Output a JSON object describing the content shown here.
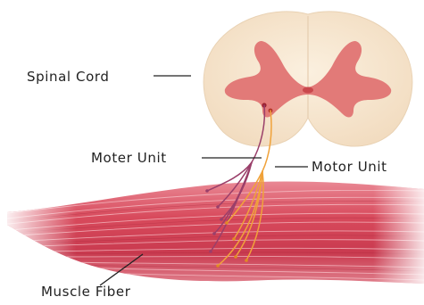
{
  "labels": {
    "spinal_cord": "Spinal Cord",
    "moter_unit": "Moter Unit",
    "motor_unit": "Motor Unit",
    "muscle_fiber": "Muscle Fiber"
  },
  "colors": {
    "cord_white_matter": "#f6e3cb",
    "cord_gray_matter": "#e27a78",
    "muscle_main": "#d9505f",
    "muscle_light": "#f2aab4",
    "nerve_purple": "#9a3f6a",
    "nerve_orange": "#f0a23a",
    "leader_line": "#222222"
  }
}
